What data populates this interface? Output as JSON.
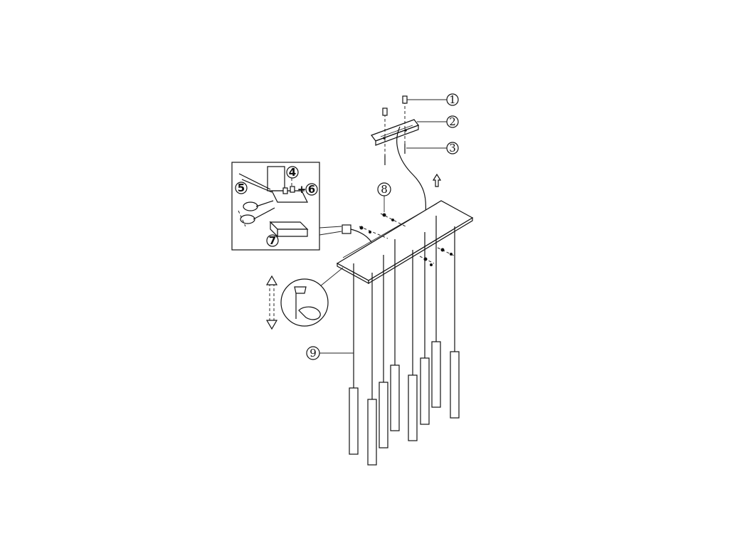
{
  "labels": {
    "c1": "1",
    "c2": "2",
    "c3": "3",
    "c4": "4",
    "c5": "5",
    "c6": "6",
    "c7": "7",
    "c8": "8",
    "c9": "9",
    "plus": "+"
  },
  "colors": {
    "line": "#111111",
    "background": "#ffffff"
  }
}
